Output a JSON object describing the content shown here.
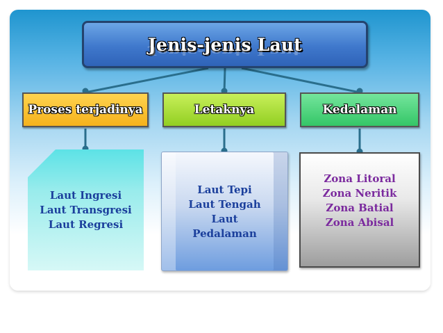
{
  "diagram": {
    "title": "Jenis-jenis Laut",
    "categories": [
      {
        "label": "Proses terjadinya",
        "items": [
          "Laut Ingresi",
          "Laut Transgresi",
          "Laut Regresi"
        ]
      },
      {
        "label": "Letaknya",
        "items": [
          "Laut Tepi",
          "Laut Tengah",
          "Laut",
          "Pedalaman"
        ]
      },
      {
        "label": "Kedalaman",
        "items": [
          "Zona Litoral",
          "Zona Neritik",
          "Zona Batial",
          "Zona Abisal"
        ]
      }
    ]
  },
  "colors": {
    "title_fill": "#3f78cc",
    "category_1": "#f5b21c",
    "category_2": "#92cf22",
    "category_3": "#34c667",
    "detail_1_text": "#1b3f9c",
    "detail_3_text": "#7b2a9e",
    "connector": "#2a6e8c"
  }
}
